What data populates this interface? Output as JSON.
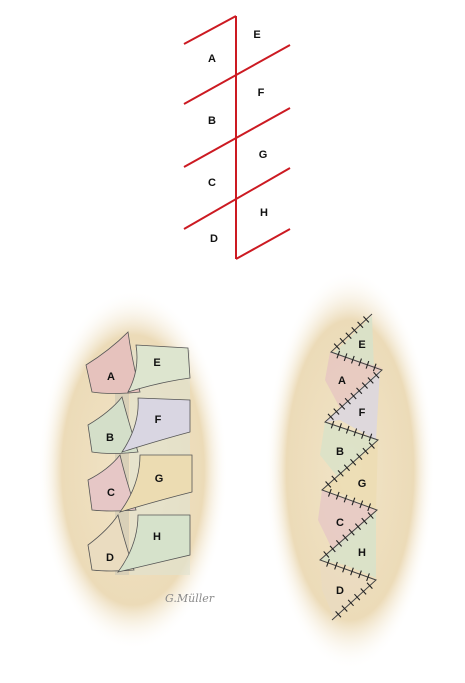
{
  "diagram_1": {
    "labels": [
      "A",
      "B",
      "C",
      "D",
      "E",
      "F",
      "G",
      "H"
    ],
    "line_color": "#cc1a22"
  },
  "diagram_2": {
    "labels": [
      "A",
      "B",
      "C",
      "D",
      "E",
      "F",
      "G",
      "H"
    ],
    "signature": "G.Müller"
  },
  "diagram_3": {
    "labels": [
      "E",
      "A",
      "F",
      "B",
      "G",
      "C",
      "H",
      "D"
    ]
  },
  "colors": {
    "skin": "#efe0c2",
    "flap_pink": "#e7c6c2",
    "flap_green": "#d2ddc6",
    "flap_yellow": "#ecdcb4",
    "suture": "#222222"
  }
}
